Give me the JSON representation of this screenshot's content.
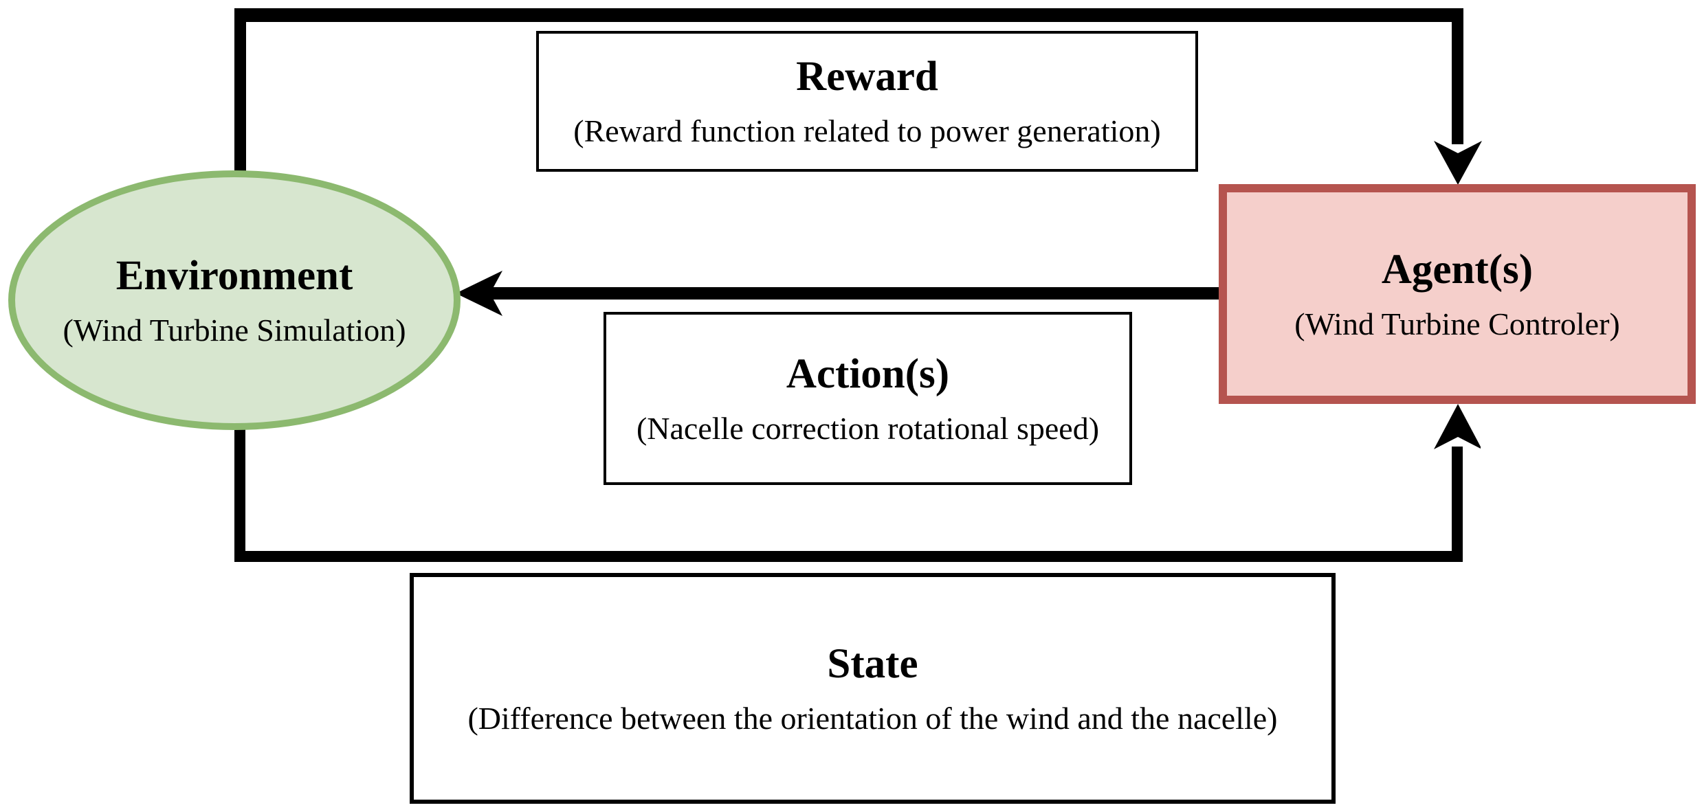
{
  "diagram": {
    "title_implied": "Reinforcement learning loop for wind turbine yaw control",
    "environment": {
      "title": "Environment",
      "subtitle": "(Wind Turbine Simulation)"
    },
    "agent": {
      "title": "Agent(s)",
      "subtitle": "(Wind Turbine Controler)"
    },
    "reward": {
      "title": "Reward",
      "subtitle": "(Reward function related to power generation)"
    },
    "action": {
      "title": "Action(s)",
      "subtitle": "(Nacelle correction rotational speed)"
    },
    "state": {
      "title": "State",
      "subtitle": "(Difference between the orientation of the wind and the nacelle)"
    },
    "connections": [
      "environment -> agent (top loop, reward)",
      "agent -> environment (middle arrow, action)",
      "environment -> agent (bottom loop, state)"
    ]
  },
  "colors": {
    "background": "#ffffff",
    "environment_fill": "#d7e6cf",
    "environment_border": "#8cb96f",
    "agent_fill": "#f5cfcb",
    "agent_border": "#b5544f",
    "line_and_text": "#000000"
  }
}
